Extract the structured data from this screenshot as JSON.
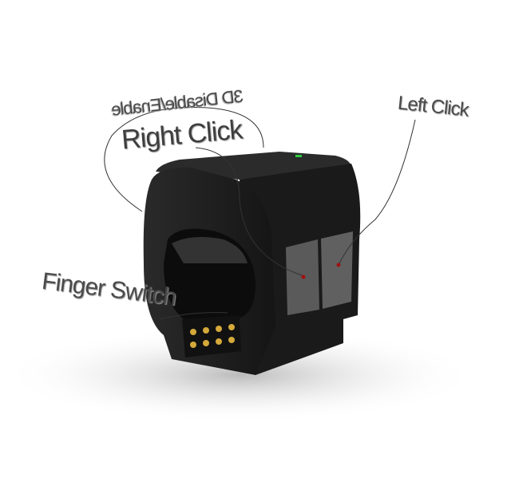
{
  "labels": {
    "disable_enable_3d": "3D Disable/Enable",
    "right_click": "Right Click",
    "left_click": "Left Click",
    "finger_switch": "Finger Switch"
  },
  "colors": {
    "body": "#1e1e1e",
    "buttons": "#5a5a5a",
    "indicator": "#2ecc40",
    "contacts": "#d4a93a"
  }
}
